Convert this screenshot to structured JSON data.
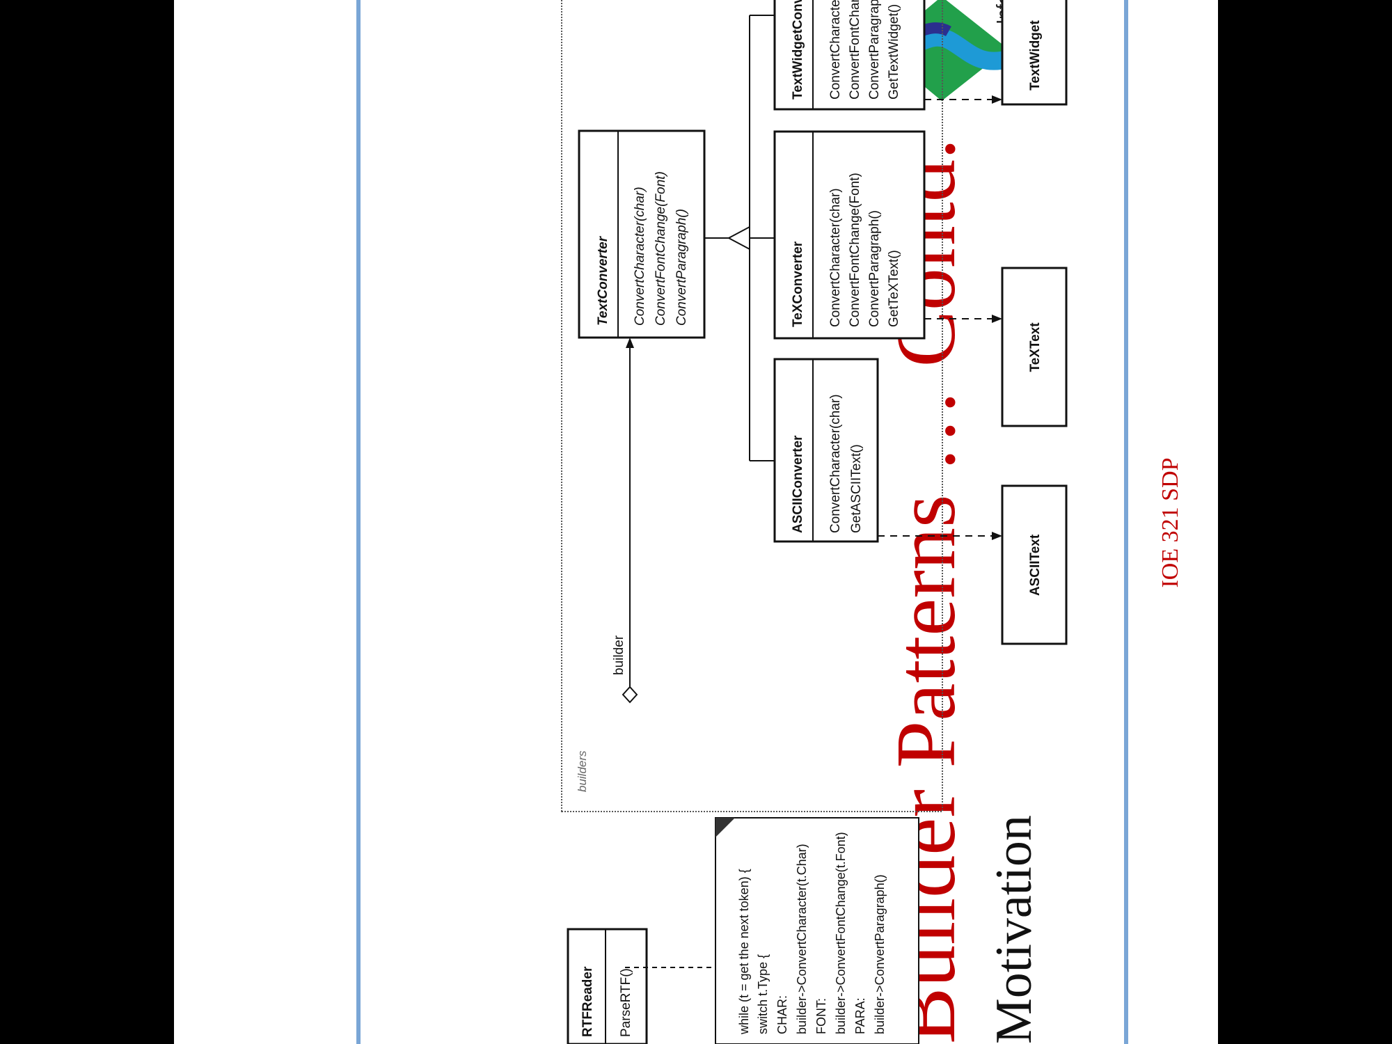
{
  "slide": {
    "title": "Builder Patterns … Contd.",
    "subtitle": "Motivation",
    "footer": "IOE 321 SDP",
    "logo_text": "Infor",
    "colors": {
      "title": "#c00000",
      "rule": "#7aa6d6",
      "ink": "#111111"
    }
  },
  "diagram": {
    "package_label": "builders",
    "rtf_reader": {
      "name": "RTFReader",
      "op": "ParseRTF()"
    },
    "builder_role": "builder",
    "note": {
      "lines": [
        "while (t = get the next token) {",
        "    switch t.Type {",
        "    CHAR:",
        "        builder->ConvertCharacter(t.Char)",
        "    FONT:",
        "        builder->ConvertFontChange(t.Font)",
        "    PARA:",
        "        builder->ConvertParagraph()"
      ]
    },
    "text_converter": {
      "name": "TextConverter",
      "ops": [
        "ConvertCharacter(char)",
        "ConvertFontChange(Font)",
        "ConvertParagraph()"
      ]
    },
    "ascii_converter": {
      "name": "ASCIIConverter",
      "ops": [
        "ConvertCharacter(char)",
        "GetASCIIText()"
      ]
    },
    "tex_converter": {
      "name": "TeXConverter",
      "ops": [
        "ConvertCharacter(char)",
        "ConvertFontChange(Font)",
        "ConvertParagraph()",
        "GetTeXText()"
      ]
    },
    "widget_converter": {
      "name": "TextWidgetConverter",
      "ops": [
        "ConvertCharacter(char)",
        "ConvertFontChange(Font)",
        "ConvertParagraph()",
        "GetTextWidget()"
      ]
    },
    "products": {
      "ascii": "ASCIIText",
      "tex": "TeXText",
      "widget": "TextWidget"
    }
  }
}
